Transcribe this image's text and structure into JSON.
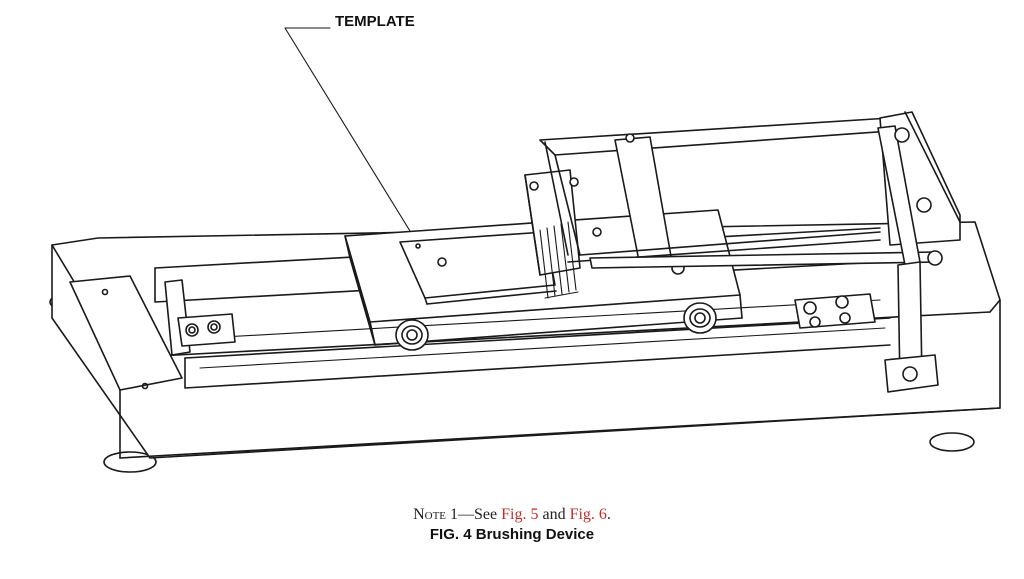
{
  "figure": {
    "callout_label": "TEMPLATE"
  },
  "caption": {
    "note_prefix": "Note",
    "note_number": "1—See ",
    "ref_fig5": "Fig. 5",
    "note_and": " and ",
    "ref_fig6": "Fig. 6",
    "note_end": ".",
    "title": "FIG. 4 Brushing Device"
  },
  "colors": {
    "line": "#1a1a1a",
    "reference_link": "#c0302b"
  }
}
